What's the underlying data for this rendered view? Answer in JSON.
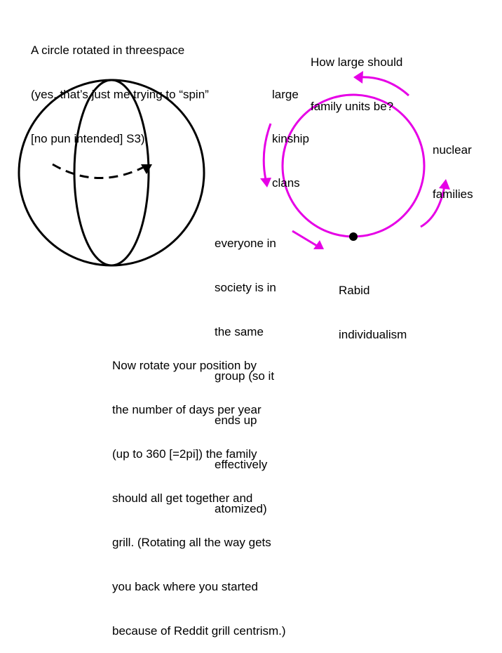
{
  "colors": {
    "ink": "#000000",
    "accent": "#e600e6",
    "background": "#ffffff"
  },
  "left_diagram": {
    "caption_lines": [
      "A circle rotated in threespace",
      "(yes, that’s just me trying to “spin”",
      "[no pun intended] S3)"
    ],
    "figure": "sphere with vertical great-circle ellipse and dashed rotation arrow"
  },
  "right_diagram": {
    "top_label_lines": [
      "How large should",
      "family units be?"
    ],
    "labels": {
      "large_kinship_clans": [
        "large",
        "kinship",
        "clans"
      ],
      "nuclear_families": [
        "nuclear",
        "families"
      ],
      "everyone_in_society": [
        "everyone in",
        "society is in",
        "the same",
        "group (so it",
        "ends up",
        "effectively",
        "atomized)"
      ],
      "rabid_individualism": [
        "Rabid",
        "individualism"
      ]
    },
    "figure": "magenta cycle circle with four magenta arrows and a black dot at the bottom"
  },
  "footer": {
    "lines": [
      "Now rotate your position by",
      "the number of days per year",
      "(up to 360 [=2pi]) the family",
      "should all get together and",
      "grill. (Rotating all the way gets",
      "you back where you started",
      "because of Reddit grill centrism.)"
    ]
  }
}
